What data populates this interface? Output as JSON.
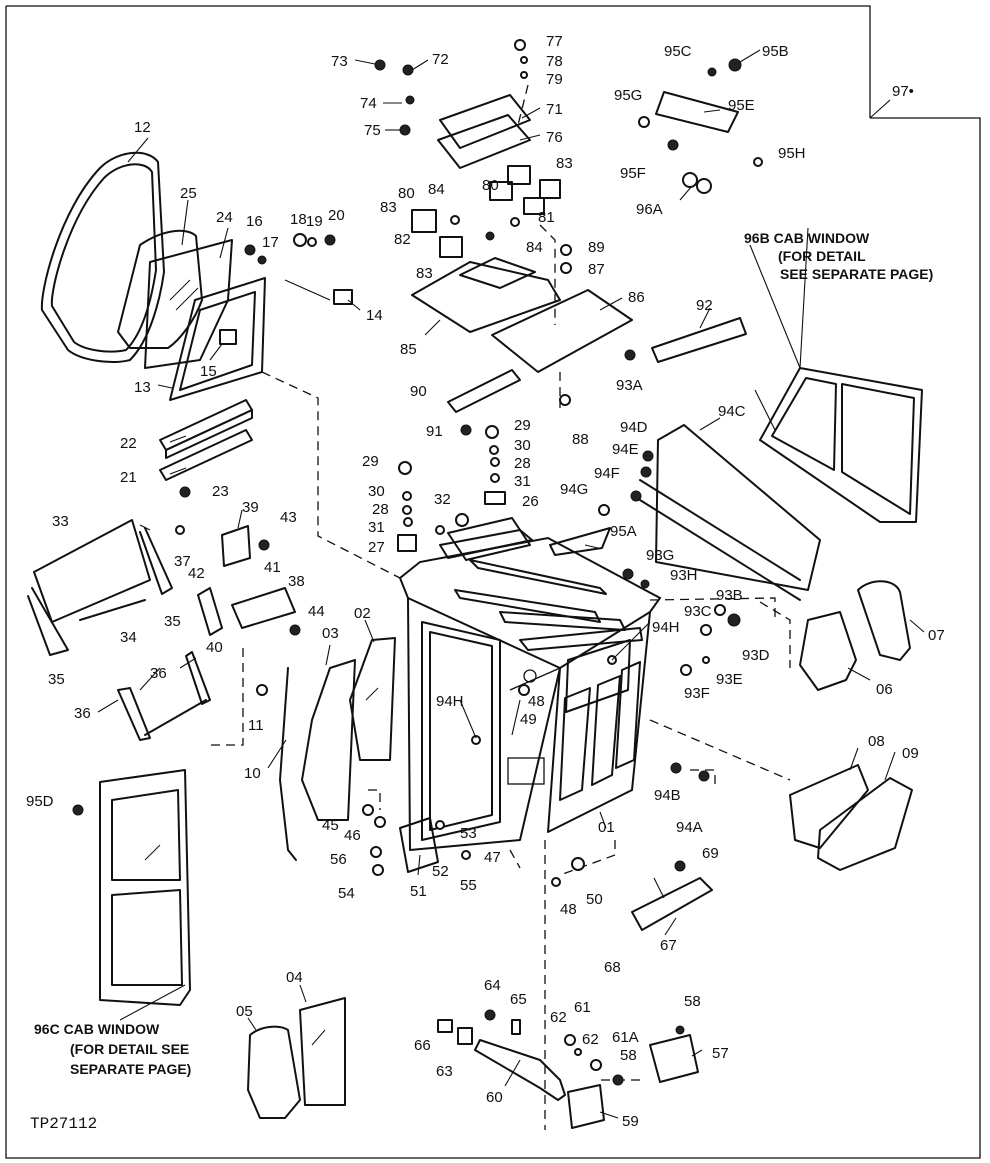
{
  "figure_id": "TP27112",
  "corner_ref": "97•",
  "notes": {
    "n96b": [
      "96B CAB WINDOW",
      "(FOR DETAIL",
      "SEE SEPARATE PAGE)"
    ],
    "n96c": [
      "96C CAB WINDOW",
      "(FOR DETAIL SEE",
      "SEPARATE PAGE)"
    ]
  },
  "callouts": [
    "73",
    "72",
    "74",
    "75",
    "77",
    "78",
    "79",
    "71",
    "76",
    "95C",
    "95B",
    "95G",
    "95E",
    "95F",
    "95H",
    "96A",
    "12",
    "25",
    "24",
    "16",
    "17",
    "18",
    "19",
    "20",
    "14",
    "13",
    "15",
    "80",
    "84",
    "80",
    "83",
    "83",
    "81",
    "82",
    "83",
    "84",
    "89",
    "87",
    "86",
    "85",
    "92",
    "93A",
    "90",
    "91",
    "88",
    "22",
    "21",
    "23",
    "29",
    "30",
    "28",
    "31",
    "29",
    "30",
    "28",
    "31",
    "26",
    "32",
    "27",
    "94D",
    "94C",
    "94E",
    "94F",
    "94G",
    "95A",
    "33",
    "39",
    "43",
    "37",
    "42",
    "41",
    "38",
    "44",
    "40",
    "35",
    "34",
    "35",
    "36",
    "36",
    "11",
    "10",
    "02",
    "03",
    "93G",
    "93H",
    "93B",
    "93C",
    "93D",
    "07",
    "94H",
    "93E",
    "93F",
    "06",
    "94H",
    "48",
    "49",
    "08",
    "09",
    "94B",
    "94A",
    "01",
    "45",
    "46",
    "56",
    "53",
    "47",
    "52",
    "51",
    "54",
    "55",
    "50",
    "48",
    "69",
    "68",
    "67",
    "95D",
    "04",
    "05",
    "64",
    "65",
    "62",
    "61",
    "62",
    "61A",
    "66",
    "63",
    "60",
    "58",
    "58",
    "57",
    "59"
  ]
}
